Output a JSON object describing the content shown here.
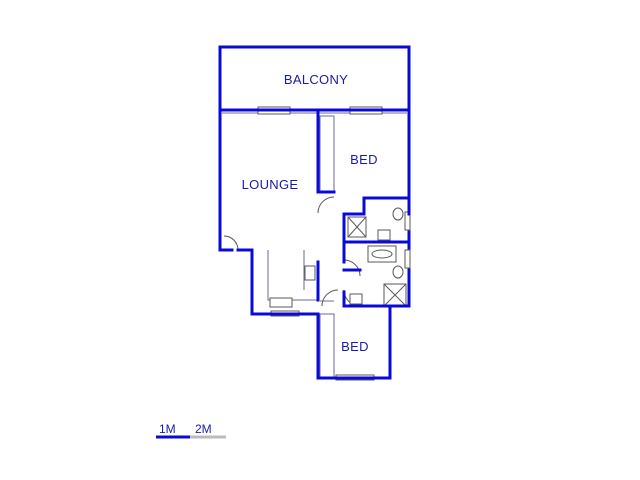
{
  "rooms": {
    "balcony": "BALCONY",
    "bed_top": "BED",
    "lounge": "LOUNGE",
    "bed_bottom": "BED"
  },
  "scale_bar": {
    "label_1": "1M",
    "label_2": "2M"
  },
  "colors": {
    "wall": "#0a0ad6",
    "text": "#1a1aaa",
    "fixture": "#5a5a5a",
    "scale_grey": "#bbbbbb"
  }
}
